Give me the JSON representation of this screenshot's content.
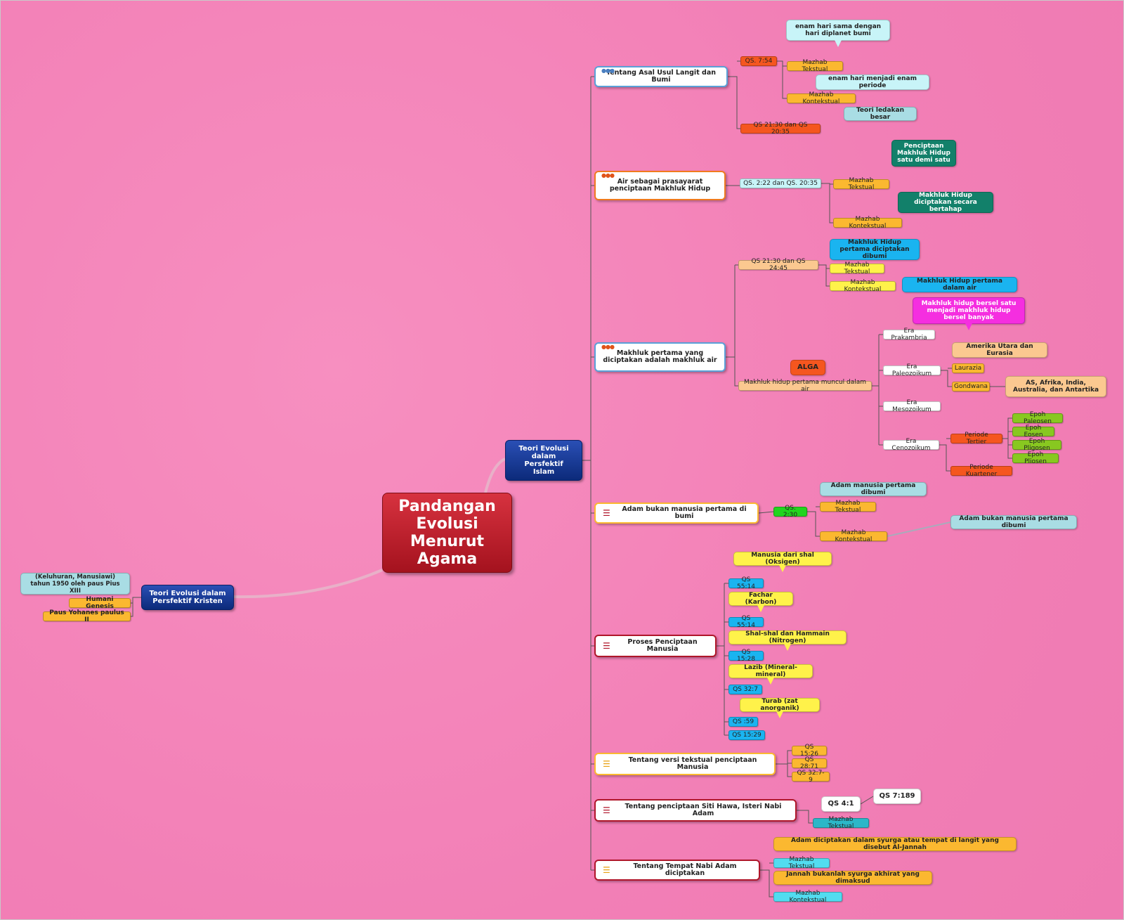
{
  "root": "Pandangan Evolusi Menurut Agama",
  "islam": {
    "title": "Teori Evolusi dalam Persfektif Islam",
    "topics": {
      "asal_usul": {
        "title": "Tentang Asal Usul Langit dan Bumi",
        "ref1": "QS. 7:54",
        "mazhab_tekstual": "Mazhab Tekstual",
        "note_tekstual": "enam hari sama dengan hari diplanet bumi",
        "mazhab_kontekstual": "Mazhab Kontekstual",
        "note_kontekstual": "enam hari menjadi enam periode",
        "ref2": "QS 21:30 dan QS 20:35",
        "note_ref2": "Teori ledakan besar"
      },
      "air": {
        "title": "Air sebagai prasayarat penciptaan Makhluk Hidup",
        "ref": "QS. 2:22 dan QS. 20:35",
        "mazhab_tekstual": "Mazhab Tekstual",
        "note_tekstual": "Penciptaan Makhluk Hidup satu demi satu",
        "mazhab_kontekstual": "Mazhab Kontekstual",
        "note_kontekstual": "Makhluk Hidup diciptakan secara bertahap"
      },
      "makhluk_pertama": {
        "title": "Makhluk pertama yang diciptakan adalah makhluk air",
        "ref": "QS 21:30 dan QS 24:45",
        "mazhab_tekstual": "Mazhab Tekstual",
        "note_tekstual": "Makhluk Hidup pertama diciptakan dibumi",
        "mazhab_kontekstual": "Mazhab Kontekstual",
        "note_kontekstual": "Makhluk Hidup pertama dalam air",
        "muncul": "Makhluk hidup pertama muncul dalam air",
        "alga": "ALGA",
        "era_prakambria": "Era Prakambria",
        "note_prakambria": "Makhluk hidup bersel satu menjadi makhluk hidup bersel banyak",
        "era_paleozoikum": "Era Paleozoikum",
        "laurazia": "Laurazia",
        "note_laurazia": "Amerika Utara dan Eurasia",
        "gondwana": "Gondwana",
        "note_gondwana": "AS, Afrika, India, Australia, dan Antartika",
        "era_mesozoikum": "Era Mesozoikum",
        "era_cenozoikum": "Era Cenozoikum",
        "periode_tertier": "Periode Tertier",
        "epoh": [
          "Epoh Paleosen",
          "Epoh Eosen",
          "Epoh Pligosen",
          "Epoh Pliosen"
        ],
        "periode_kuartener": "Periode Kuartener"
      },
      "adam": {
        "title": "Adam bukan manusia pertama di bumi",
        "ref": "QS. 2:30",
        "mazhab_tekstual": "Mazhab Tekstual",
        "note_tekstual": "Adam manusia pertama dibumi",
        "mazhab_kontekstual": "Mazhab Kontekstual",
        "note_kontekstual": "Adam bukan manusia pertama dibumi"
      },
      "proses": {
        "title": "Proses Penciptaan Manusia",
        "items": [
          {
            "note": "Manusia dari shal (Oksigen)",
            "ref": "QS 55:14"
          },
          {
            "note": "Fachar (Karbon)",
            "ref": "QS 55:14"
          },
          {
            "note": "Shal-shal dan Hammain (Nitrogen)",
            "ref": "QS 15:28"
          },
          {
            "note": "Lazib (Mineral-mineral)",
            "ref": "QS 32:7"
          },
          {
            "note": "Turab (zat anorganik)",
            "ref": "QS :59"
          }
        ],
        "last_ref": "QS 15:29"
      },
      "versi_tekstual": {
        "title": "Tentang versi tekstual penciptaan Manusia",
        "refs": [
          "QS 15:26",
          "QS 28:71",
          "QS 32:7-9"
        ]
      },
      "hawa": {
        "title": "Tentang penciptaan Siti Hawa, Isteri Nabi Adam",
        "mazhab_tekstual": "Mazhab Tekstual",
        "ref1": "QS 4:1",
        "ref2": "QS 7:189"
      },
      "tempat": {
        "title": "Tentang Tempat Nabi Adam diciptakan",
        "mazhab_tekstual": "Mazhab Tekstual",
        "note_tekstual": "Adam diciptakan dalam syurga atau tempat di langit yang disebut Al-Jannah",
        "mazhab_kontekstual": "Mazhab Kontekstual",
        "note_kontekstual": "Jannah bukanlah syurga akhirat yang dimaksud"
      }
    }
  },
  "kristen": {
    "title": "Teori Evolusi dalam Persfektif Kristen",
    "humani": "Humani Genesis",
    "note_humani": "(Keluhuran, Manusiawi) tahun 1950 oleh paus Pius XIII",
    "paus": "Paus Yohanes paulus II"
  },
  "colors": {
    "background": "#f584b9",
    "root": "#c0202c",
    "main_branch": "#0c2a7a",
    "tag_orange": "#fbb830",
    "tag_red": "#f5561f",
    "tag_yellow": "#fff24a",
    "tag_cyan": "#52dcf0",
    "tag_green": "#22d41e",
    "note_cyan": "#c8f4f8",
    "note_teal": "#12806a",
    "note_blue": "#1ab4f0",
    "note_magenta": "#f52ee0",
    "note_peach": "#fbc890",
    "note_lime": "#88c820"
  },
  "icons": {
    "topic_dots": "three-dots-icon",
    "topic_list": "list-icon"
  }
}
